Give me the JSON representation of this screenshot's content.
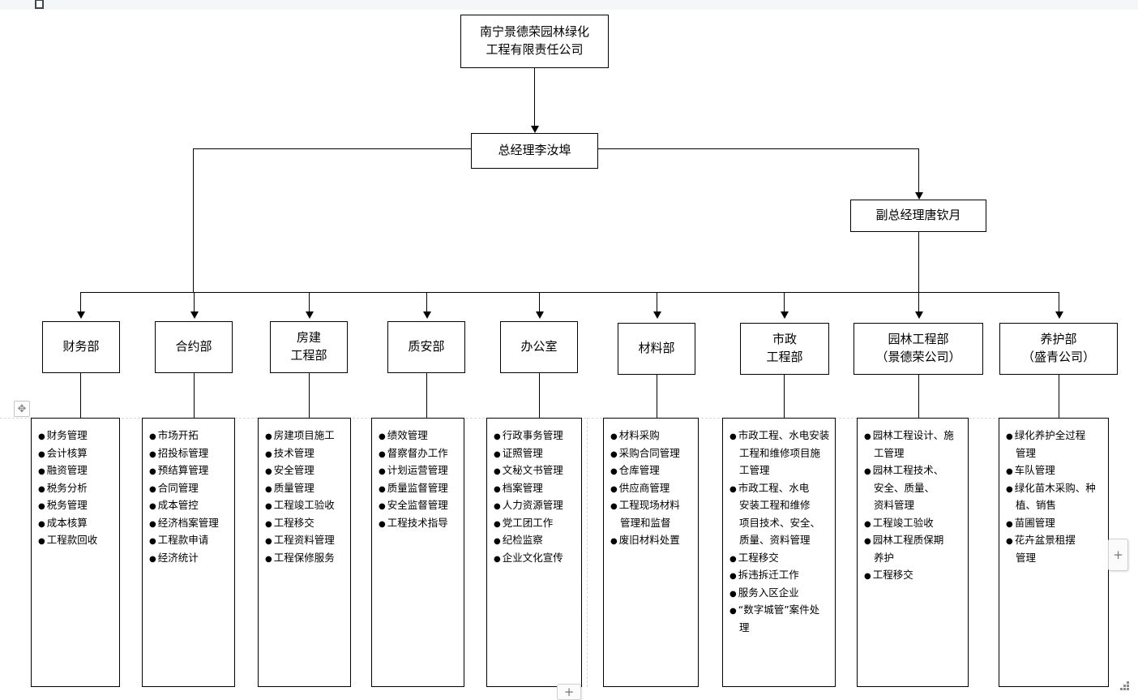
{
  "chrome": {
    "move_handle_icon": "move-cross-icon",
    "add_right_label": "+",
    "add_bottom_label": "+",
    "resize_grip_icon": "resize-grip-icon",
    "top_marker_icon": "page-marker-icon"
  },
  "org": {
    "company": "南宁景德荣园林绿化\n工程有限责任公司",
    "general_manager": "总经理李汝埠",
    "vice_general_manager": "副总经理唐钦月"
  },
  "departments": [
    {
      "name": "财务部",
      "items": [
        "财务管理",
        "会计核算",
        "融资管理",
        "税务分析",
        "税务管理",
        "成本核算",
        "工程款回收"
      ]
    },
    {
      "name": "合约部",
      "items": [
        "市场开拓",
        "招投标管理",
        "预结算管理",
        "合同管理",
        "成本管控",
        "经济档案管理",
        "工程款申请",
        "经济统计"
      ]
    },
    {
      "name": "房建\n工程部",
      "items": [
        "房建项目施工",
        "技术管理",
        "安全管理",
        "质量管理",
        "工程竣工验收",
        "工程移交",
        "工程资料管理",
        "工程保修服务"
      ]
    },
    {
      "name": "质安部",
      "items": [
        "绩效管理",
        "督察督办工作",
        "计划运营管理",
        "质量监督管理",
        "安全监督管理",
        "工程技术指导"
      ]
    },
    {
      "name": "办公室",
      "items": [
        "行政事务管理",
        "证照管理",
        "文秘文书管理",
        "档案管理",
        "人力资源管理",
        "党工团工作",
        "纪检监察",
        "企业文化宣传"
      ]
    },
    {
      "name": "材料部",
      "items": [
        "材料采购",
        "采购合同管理",
        "仓库管理",
        "供应商管理",
        "工程现场材料\n管理和监督",
        "废旧材料处置"
      ]
    },
    {
      "name": "市政\n工程部",
      "items": [
        "市政工程、水电安装\n工程和维修项目施\n工管理",
        "市政工程、水电\n安装工程和维修\n项目技术、安全、\n质量、资料管理",
        "工程移交",
        "拆违拆迁工作",
        "服务入区企业",
        "“数字城管”案件处\n理"
      ]
    },
    {
      "name": "园林工程部\n（景德荣公司）",
      "items": [
        "园林工程设计、施\n工管理",
        "园林工程技术、\n安全、质量、\n资料管理",
        "工程竣工验收",
        "园林工程质保期\n养护",
        "工程移交"
      ]
    },
    {
      "name": "养护部\n（盛青公司）",
      "items": [
        "绿化养护全过程\n管理",
        "车队管理",
        "绿化苗木采购、种\n植、销售",
        "苗圃管理",
        "花卉盆景租摆\n管理"
      ]
    }
  ]
}
